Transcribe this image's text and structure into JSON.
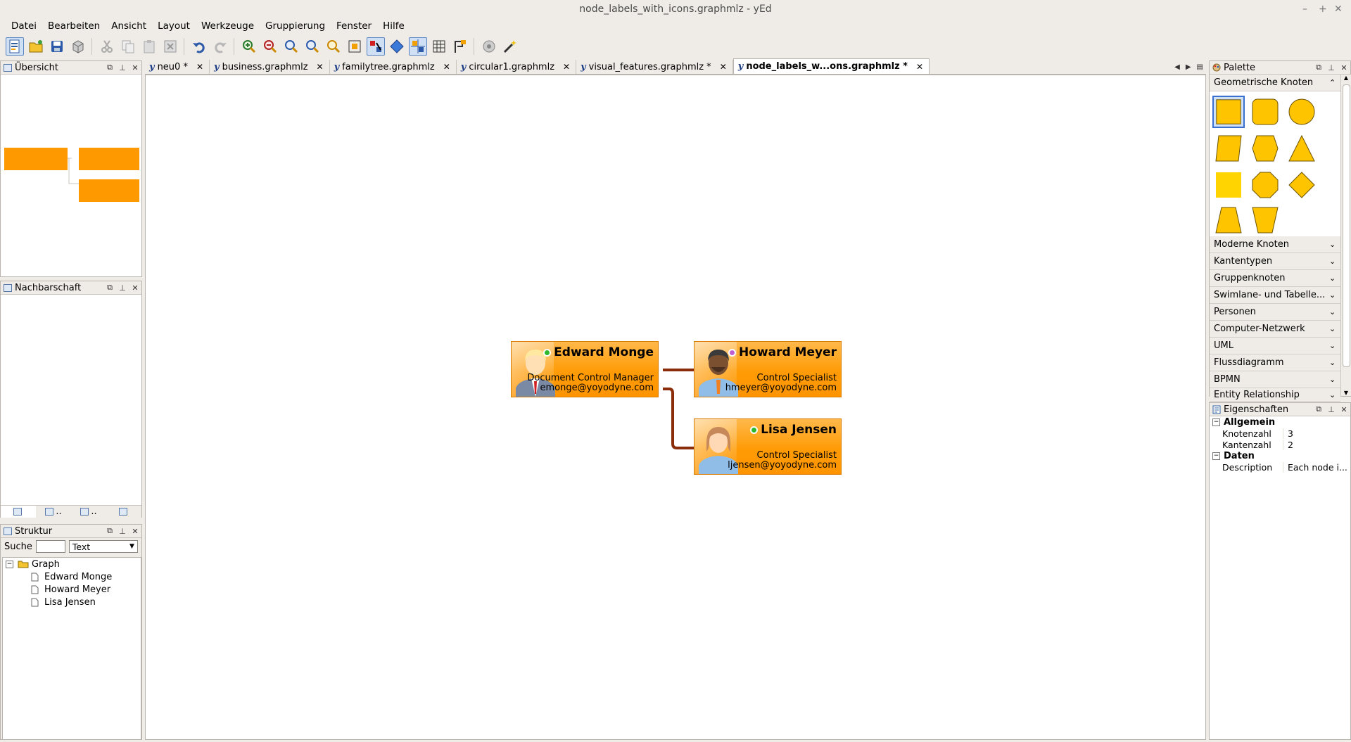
{
  "window": {
    "title": "node_labels_with_icons.graphmlz - yEd",
    "controls": [
      "–",
      "+",
      "✕"
    ]
  },
  "menu": [
    {
      "label": "Datei"
    },
    {
      "label": "Bearbeiten"
    },
    {
      "label": "Ansicht"
    },
    {
      "label": "Layout"
    },
    {
      "label": "Werkzeuge"
    },
    {
      "label": "Gruppierung"
    },
    {
      "label": "Fenster"
    },
    {
      "label": "Hilfe"
    }
  ],
  "toolbar": [
    "new-document-icon",
    "open-folder-icon",
    "save-icon",
    "print-icon",
    "cut-icon",
    "copy-icon",
    "paste-icon",
    "delete-icon",
    "undo-icon",
    "redo-icon",
    "zoom-in-icon",
    "zoom-out-icon",
    "zoom-original-icon",
    "zoom-fit-icon",
    "zoom-selection-icon",
    "fit-content-icon",
    "edit-mode-icon",
    "navigation-icon",
    "snap-lines-icon",
    "grid-icon",
    "label-icon",
    "web-icon",
    "magic-wand-icon"
  ],
  "overview": {
    "title": "Übersicht"
  },
  "neighborhood": {
    "title": "Nachbarschaft",
    "tabs": [
      "",
      "..",
      "..",
      ""
    ]
  },
  "structure": {
    "title": "Struktur",
    "search_label": "Suche",
    "search_value": "",
    "filter": "Text",
    "root": "Graph",
    "items": [
      "Edward Monge",
      "Howard Meyer",
      "Lisa Jensen"
    ]
  },
  "tabs": [
    {
      "label": "neu0 *",
      "active": false
    },
    {
      "label": "business.graphmlz",
      "active": false
    },
    {
      "label": "familytree.graphmlz",
      "active": false
    },
    {
      "label": "circular1.graphmlz",
      "active": false
    },
    {
      "label": "visual_features.graphmlz *",
      "active": false
    },
    {
      "label": "node_labels_w...ons.graphmlz *",
      "active": true
    }
  ],
  "nodes": [
    {
      "name": "Edward Monge",
      "role": "Document Control Manager",
      "email": "emonge@yoyodyne.com",
      "status_color": "#2db82d"
    },
    {
      "name": "Howard Meyer",
      "role": "Control Specialist",
      "email": "hmeyer@yoyodyne.com",
      "status_color": "#c060d0"
    },
    {
      "name": "Lisa Jensen",
      "role": "Control Specialist",
      "email": "ljensen@yoyodyne.com",
      "status_color": "#2db82d"
    }
  ],
  "palette": {
    "title": "Palette",
    "open_group": "Geometrische Knoten",
    "groups": [
      "Moderne Knoten",
      "Kantentypen",
      "Gruppenknoten",
      "Swimlane- und Tabelle...",
      "Personen",
      "Computer-Netzwerk",
      "UML",
      "Flussdiagramm",
      "BPMN",
      "Entity Relationship"
    ],
    "shape_fill": "#ffc400",
    "shape_stroke": "#6b5200"
  },
  "properties": {
    "title": "Eigenschaften",
    "sections": [
      {
        "name": "Allgemein",
        "rows": [
          {
            "key": "Knotenzahl",
            "value": "3"
          },
          {
            "key": "Kantenzahl",
            "value": "2"
          }
        ]
      },
      {
        "name": "Daten",
        "rows": [
          {
            "key": "Description",
            "value": "Each node i..."
          }
        ]
      }
    ]
  },
  "colors": {
    "node": "#ff9b05",
    "edge": "#8b2d0a",
    "overview_node": "#ff9900"
  }
}
